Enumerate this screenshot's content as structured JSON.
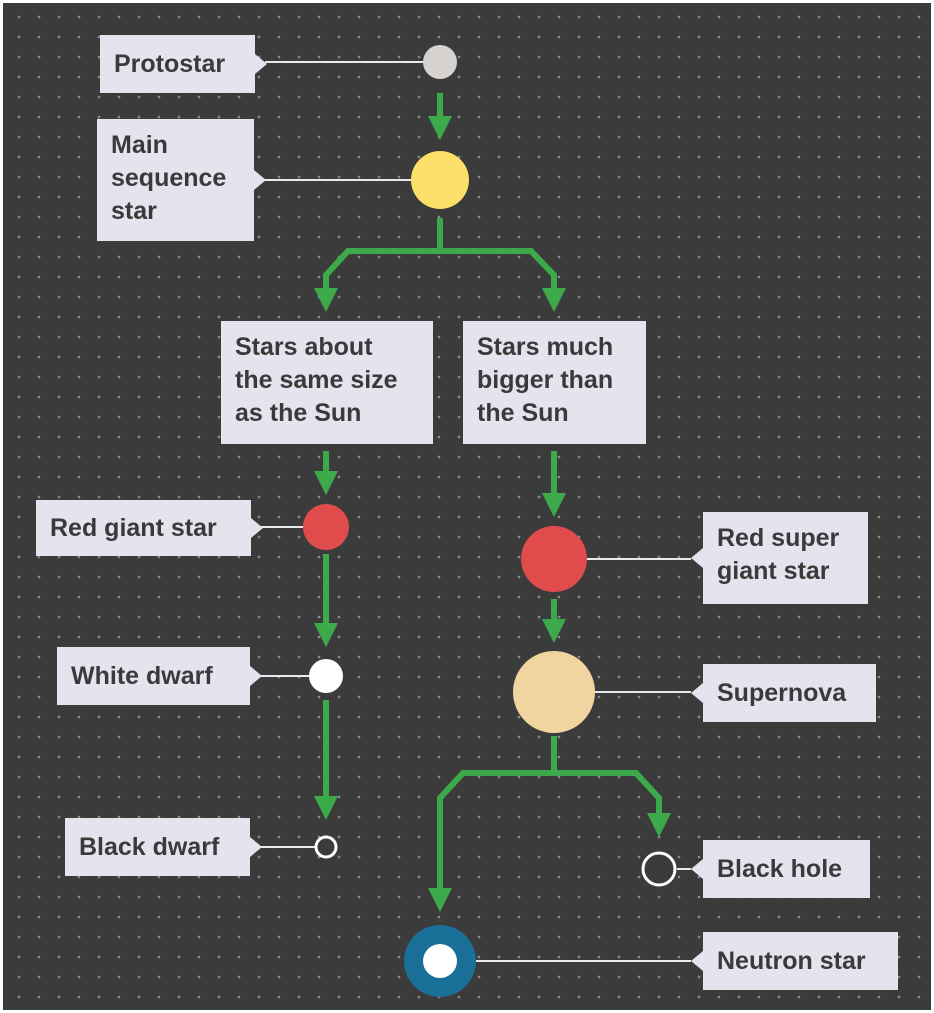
{
  "stages": {
    "protostar": "Protostar",
    "main_sequence": "Main\nsequence\nstar",
    "branch_small": "Stars about\nthe same size\nas the Sun",
    "branch_big": "Stars much\nbigger than\nthe Sun",
    "red_giant": "Red giant star",
    "white_dwarf": "White dwarf",
    "black_dwarf": "Black dwarf",
    "red_super_giant": "Red super\ngiant star",
    "supernova": "Supernova",
    "black_hole": "Black hole",
    "neutron_star": "Neutron star"
  },
  "colors": {
    "background": "#3b3b3b",
    "label_bg": "#e4e3ee",
    "arrow": "#3caa4a",
    "protostar": "#d6d2d0",
    "main_sequence": "#fde06a",
    "red": "#e04b4b",
    "supernova": "#f0d5a0",
    "white": "#ffffff",
    "neutron_ring": "#1a6f98"
  }
}
